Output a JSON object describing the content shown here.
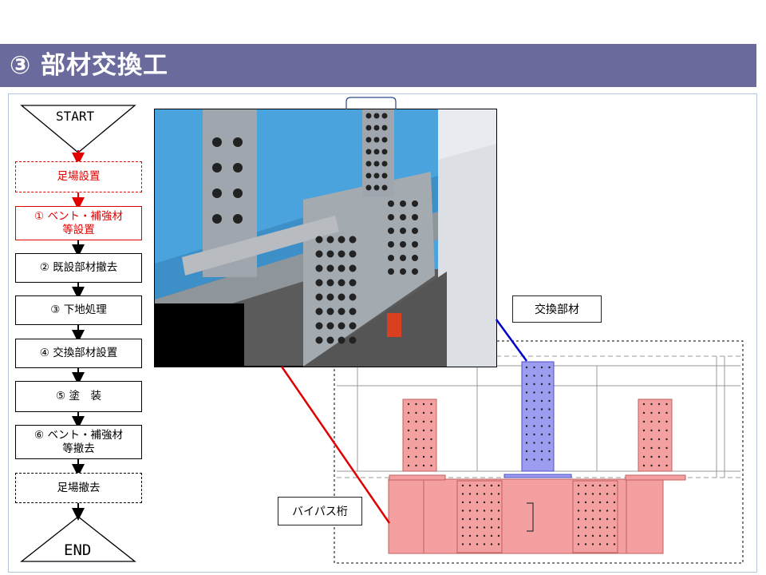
{
  "title": "③ 部材交換工",
  "flow": {
    "start": "START",
    "end": "END",
    "steps": [
      {
        "label": "足場設置",
        "style": "red-dashed"
      },
      {
        "label": "① ベント・補強材\n等設置",
        "style": "red"
      },
      {
        "label": "② 既設部材撤去",
        "style": "black"
      },
      {
        "label": "③ 下地処理",
        "style": "black"
      },
      {
        "label": "④ 交換部材設置",
        "style": "black"
      },
      {
        "label": "⑤ 塗　装",
        "style": "black"
      },
      {
        "label": "⑥ ベント・補強材\n等撤去",
        "style": "black"
      },
      {
        "label": "足場撤去",
        "style": "black-dashed"
      }
    ]
  },
  "labels": {
    "replacement_member": "交換部材",
    "bypass_girder": "バイパス桁"
  },
  "colors": {
    "title_bar": "#6a6a9c",
    "red_member": "#f4a0a0",
    "blue_member": "#9c9cf0",
    "leader_red": "#e00000",
    "leader_blue": "#0000cc",
    "girder_blue": "#4aa3dc"
  }
}
